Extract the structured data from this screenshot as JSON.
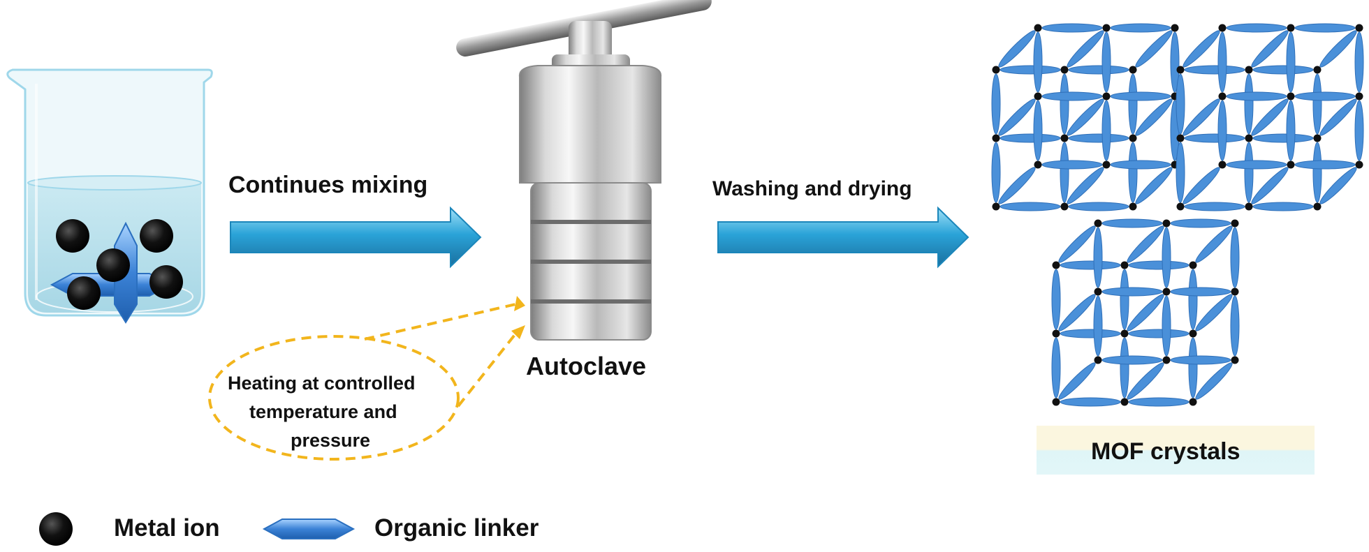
{
  "labels": {
    "mixing": "Continues mixing",
    "washing": "Washing and drying",
    "autoclave": "Autoclave",
    "heating_line1": "Heating at controlled",
    "heating_line2": "temperature and",
    "heating_line3": "pressure",
    "mof": "MOF crystals"
  },
  "legend": {
    "metal_ion": "Metal ion",
    "organic_linker": "Organic linker"
  },
  "colors": {
    "arrow": "#2aa3d8",
    "linker": "#4a90d9",
    "node": "#111111",
    "dashed": "#f2b51c",
    "liquid": "#a8d8e8"
  }
}
